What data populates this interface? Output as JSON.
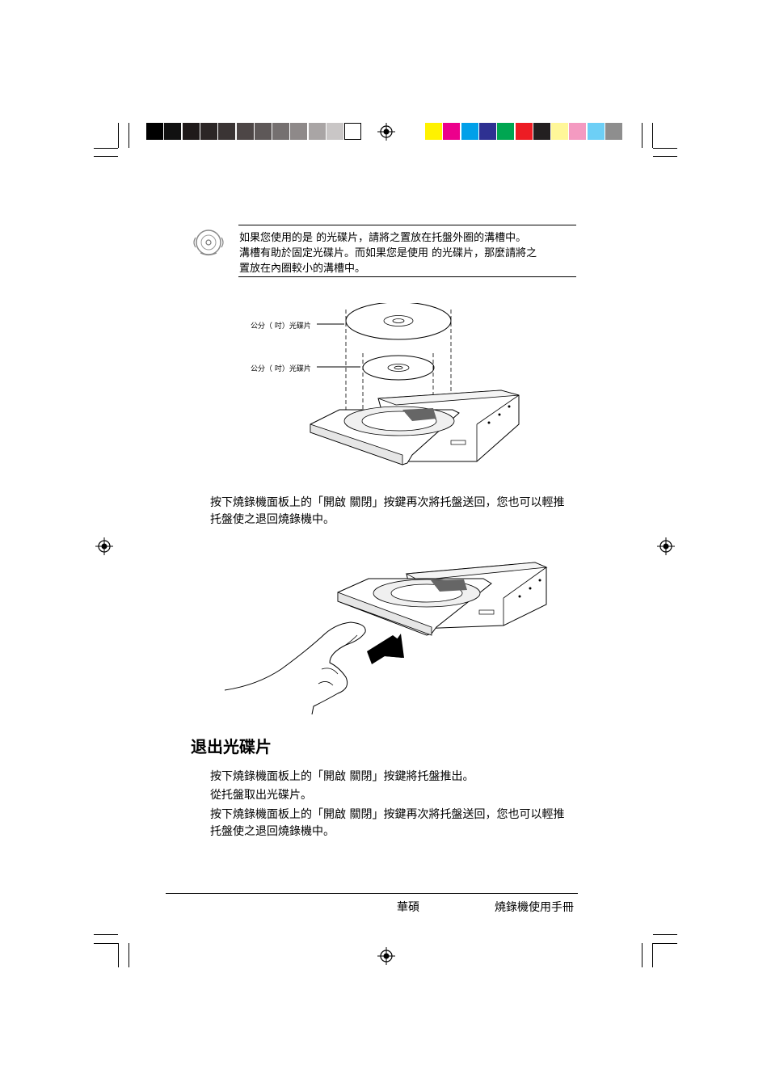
{
  "color_bar": {
    "grays": [
      "#000000",
      "#111111",
      "#1f1a1a",
      "#2b2626",
      "#3a3434",
      "#4d4646",
      "#5e5858",
      "#757070",
      "#8e8989",
      "#a9a5a5",
      "#c9c6c6",
      "#ffffff"
    ],
    "colors": [
      "#fff200",
      "#ec008c",
      "#00a0e9",
      "#2e3192",
      "#00a651",
      "#ed1c24",
      "#231f20",
      "#fff799",
      "#f49ac1",
      "#6dcff6",
      "#8e8e8e"
    ]
  },
  "note": {
    "lines": [
      "如果您使用的是          的光碟片，請將之置放在托盤外圈的溝槽中。",
      "溝槽有助於固定光碟片。而如果您是使用         的光碟片，那麼請將之",
      "置放在內圈較小的溝槽中。"
    ]
  },
  "figure1": {
    "label_large": "公分（   吋）光碟片",
    "label_small": "公分（   吋）光碟片"
  },
  "step_push": {
    "lines": [
      "按下燒錄機面板上的「開啟 關閉」按鍵再次將托盤送回，您也可以輕推",
      "托盤使之退回燒錄機中。"
    ]
  },
  "eject_section": {
    "heading": "退出光碟片",
    "step1": "按下燒錄機面板上的「開啟 關閉」按鍵將托盤推出。",
    "step2": "從托盤取出光碟片。",
    "step3_lines": [
      "按下燒錄機面板上的「開啟 關閉」按鍵再次將托盤送回，您也可以輕推",
      "托盤使之退回燒錄機中。"
    ]
  },
  "footer": {
    "brand": "華碩",
    "title": "燒錄機使用手冊"
  }
}
